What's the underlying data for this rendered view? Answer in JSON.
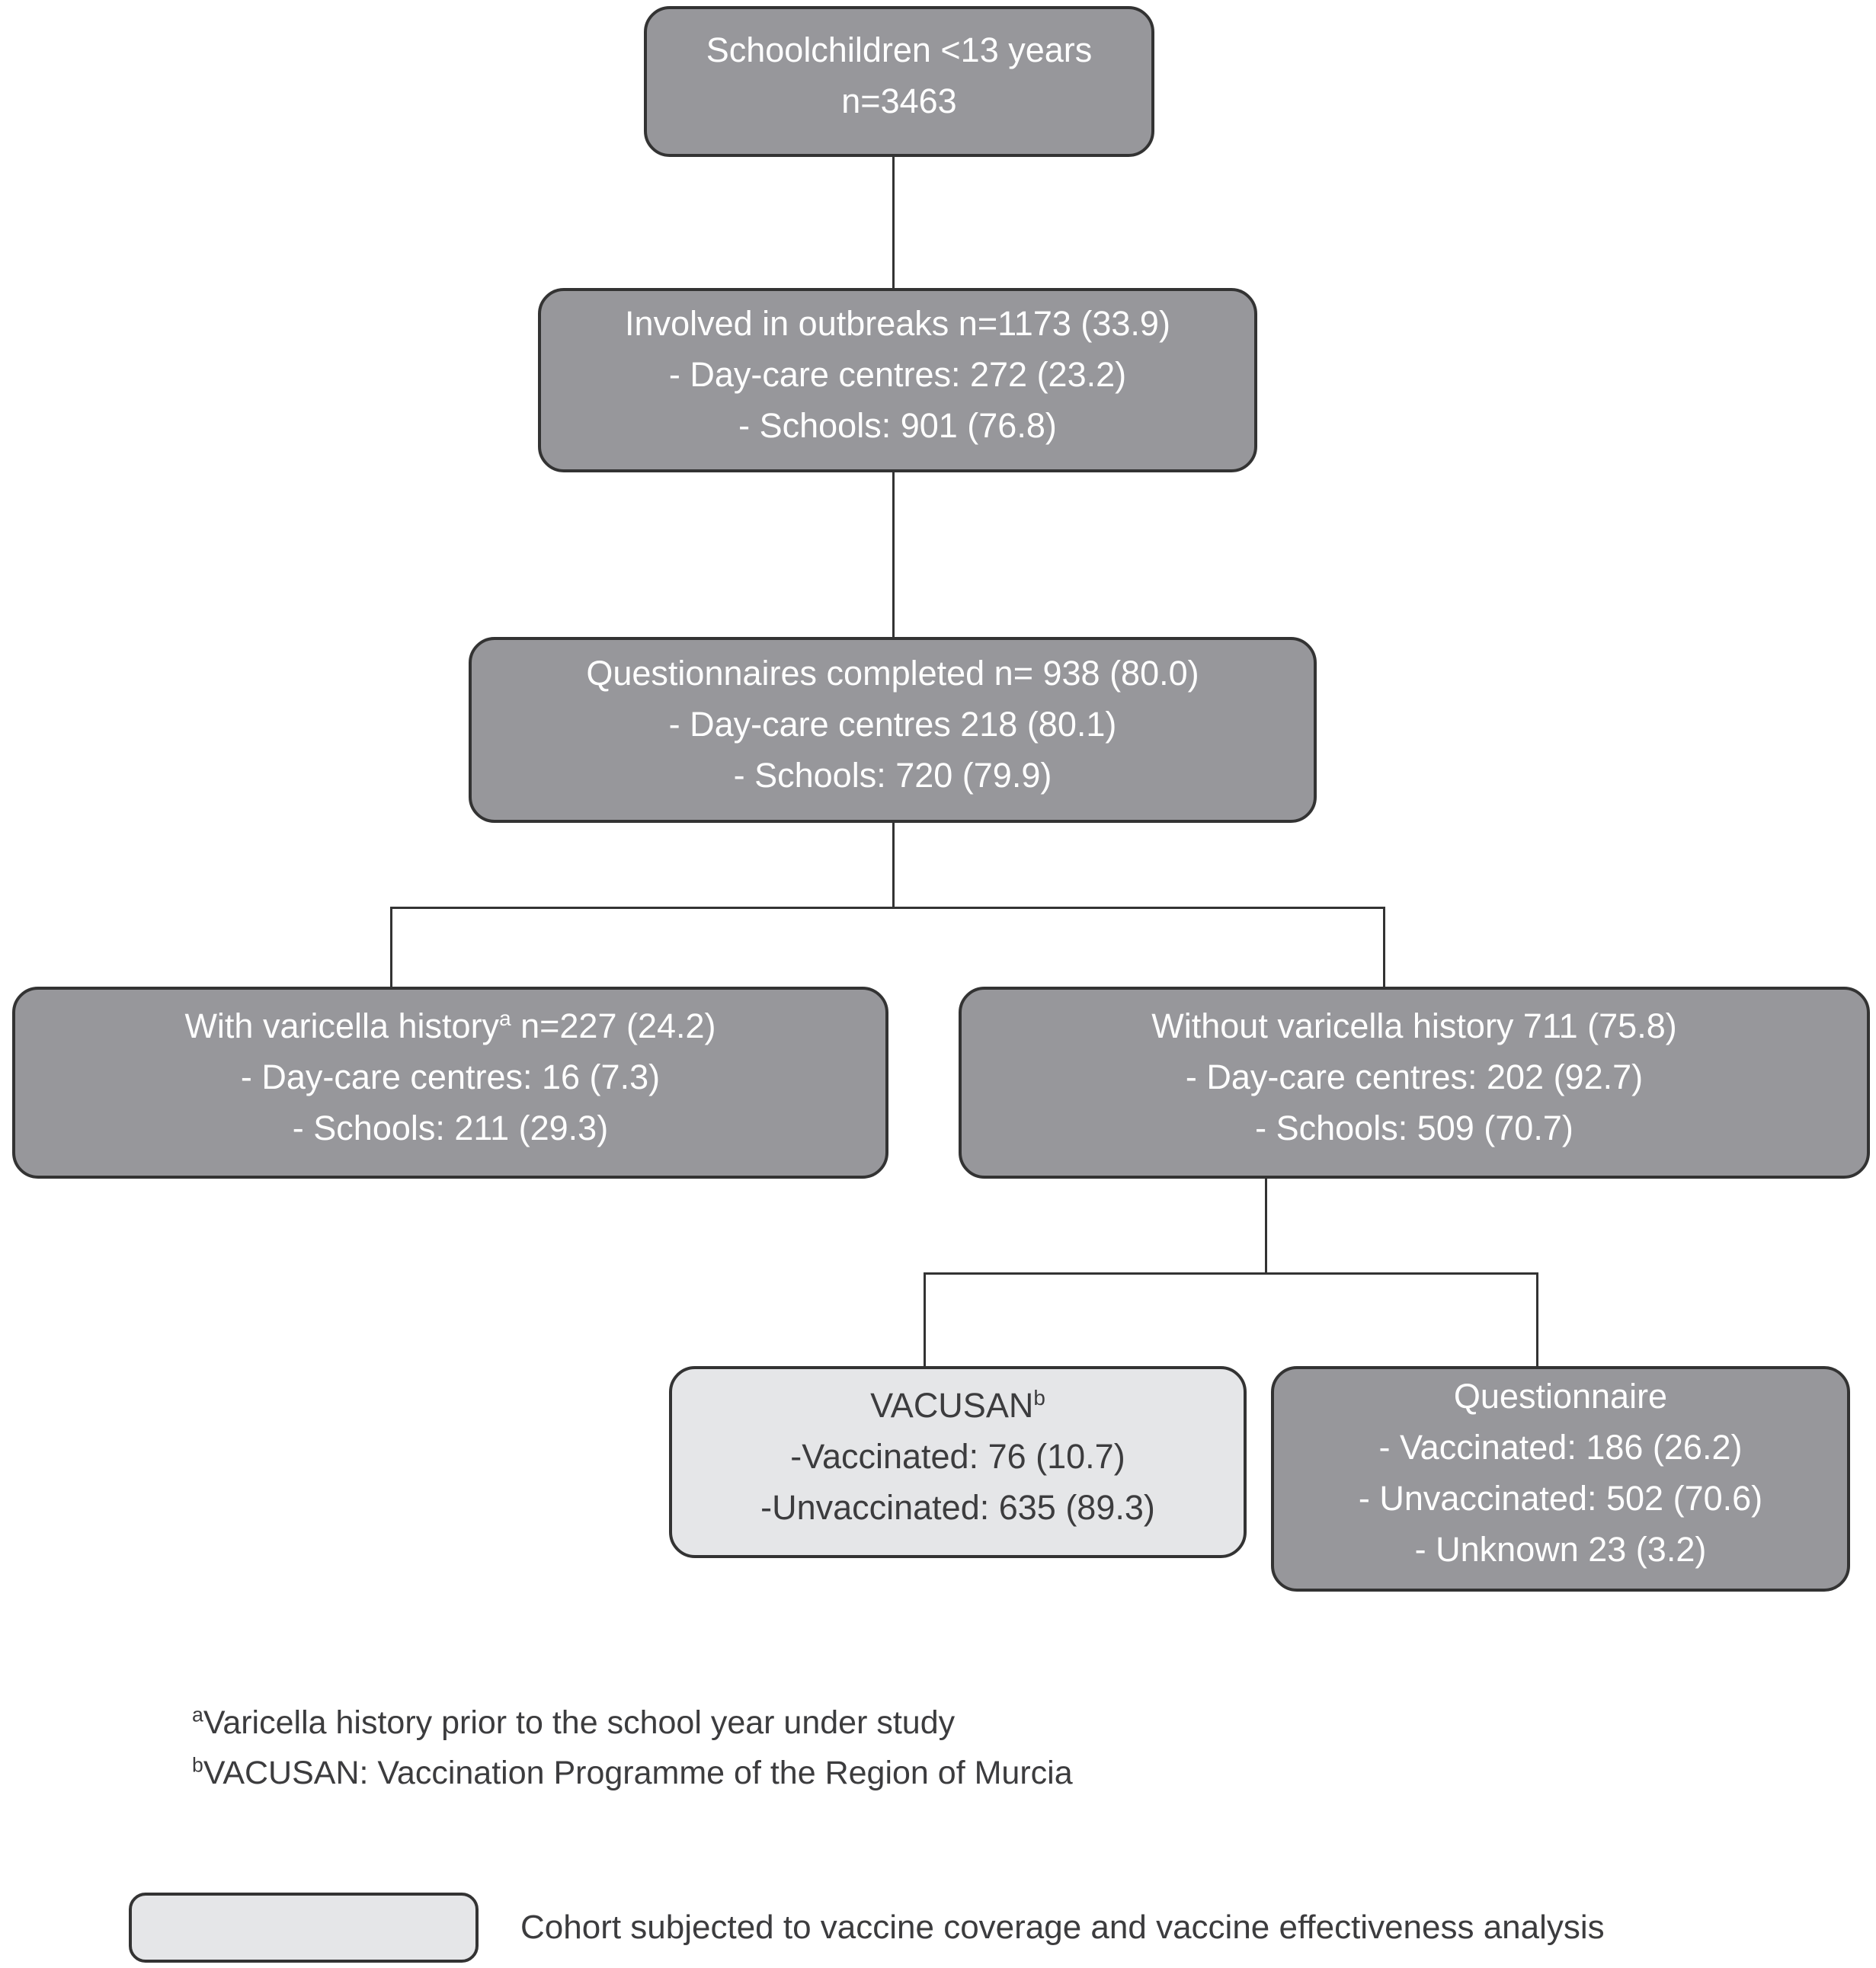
{
  "colors": {
    "box_dark_fill": "#97979b",
    "box_light_fill": "#e5e6e8",
    "box_border": "#333333",
    "connector": "#333333",
    "text_on_dark": "#ffffff",
    "text_on_light": "#3c3c3e"
  },
  "boxes": {
    "schoolchildren": {
      "lines": [
        "Schoolchildren <13 years",
        "n=3463"
      ]
    },
    "outbreaks": {
      "lines": [
        "Involved in outbreaks n=1173 (33.9)",
        "- Day-care centres: 272 (23.2)",
        "- Schools: 901 (76.8)"
      ]
    },
    "questionnaires_completed": {
      "lines": [
        "Questionnaires completed n= 938 (80.0)",
        "- Day-care centres 218 (80.1)",
        "- Schools: 720 (79.9)"
      ]
    },
    "with_history": {
      "title_pre": "With varicella history",
      "title_sup": "a",
      "title_post": " n=227 (24.2)",
      "lines": [
        "- Day-care centres: 16 (7.3)",
        "- Schools: 211 (29.3)"
      ]
    },
    "without_history": {
      "lines": [
        "Without varicella history 711 (75.8)",
        "- Day-care centres: 202 (92.7)",
        "- Schools: 509 (70.7)"
      ]
    },
    "vacusan": {
      "title_pre": "VACUSAN",
      "title_sup": "b",
      "lines": [
        "-Vaccinated: 76 (10.7)",
        "-Unvaccinated: 635 (89.3)"
      ]
    },
    "questionnaire": {
      "lines": [
        "Questionnaire",
        "- Vaccinated: 186 (26.2)",
        "- Unvaccinated: 502 (70.6)",
        "- Unknown 23 (3.2)"
      ]
    }
  },
  "footnotes": [
    {
      "sup": "a",
      "text": "Varicella history prior to the school year under study"
    },
    {
      "sup": "b",
      "text": "VACUSAN: Vaccination Programme of the Region of Murcia"
    }
  ],
  "legend": {
    "label": "Cohort subjected to vaccine coverage and vaccine effectiveness analysis"
  }
}
